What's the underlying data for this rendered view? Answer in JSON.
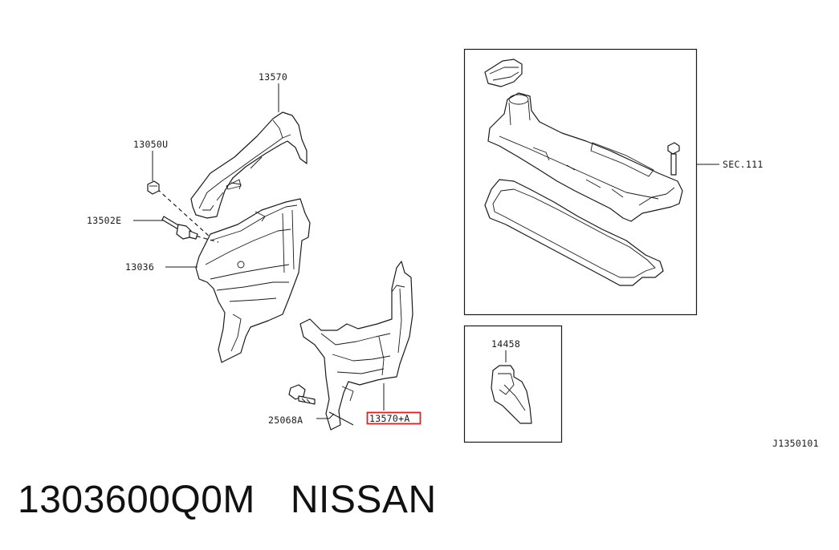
{
  "diagram": {
    "labels": {
      "p13570": "13570",
      "p13050u": "13050U",
      "p13502e": "13502E",
      "p13036": "13036",
      "p13570a": "13570+A",
      "p25068a": "25068A",
      "sec111": "SEC.111",
      "p14458": "14458",
      "diagram_code": "J1350101"
    },
    "highlight_color": "#e02020"
  },
  "footer": {
    "part_number": "1303600Q0M",
    "brand": "NISSAN"
  }
}
